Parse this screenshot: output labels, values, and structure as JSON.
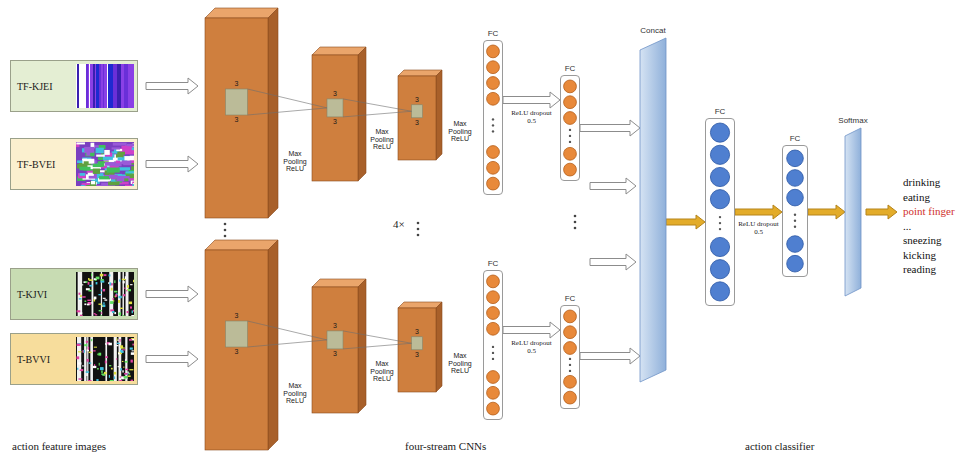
{
  "diagram": {
    "nodes": [
      {
        "text": [
          "TF-KJEI"
        ]
      },
      {
        "text": [
          "TF-BVEI"
        ]
      },
      {
        "text": [
          "T-KJVI"
        ]
      },
      {
        "text": [
          "T-BVVI"
        ]
      },
      {
        "text": [
          "FC"
        ]
      },
      {
        "text": [
          "FC"
        ]
      },
      {
        "text": [
          "FC"
        ]
      },
      {
        "text": [
          "FC"
        ]
      },
      {
        "text": [
          "Concat"
        ]
      },
      {
        "text": [
          "FC"
        ]
      },
      {
        "text": [
          "FC"
        ]
      },
      {
        "text": [
          "Softmax"
        ]
      }
    ],
    "edges": [
      {
        "from": 4,
        "to": 5,
        "arrow": "to",
        "label": "ReLU dropout 0.5"
      },
      {
        "from": 6,
        "to": 7,
        "arrow": "to",
        "label": "ReLU dropout 0.5"
      },
      {
        "from": 5,
        "to": 8,
        "arrow": "to"
      },
      {
        "from": 7,
        "to": 8,
        "arrow": "to"
      },
      {
        "from": 8,
        "to": 9,
        "arrow": "to"
      },
      {
        "from": 9,
        "to": 10,
        "arrow": "to",
        "label": "ReLU dropout 0.5"
      },
      {
        "from": 10,
        "to": 11,
        "arrow": "to"
      }
    ],
    "labels": [
      "Max Pooling ReLU",
      "Max Pooling ReLU",
      "Max Pooling ReLU",
      "Max Pooling ReLU",
      "Max Pooling ReLU",
      "Max Pooling ReLU",
      "3",
      "3",
      "3",
      "3",
      "3",
      "3",
      "3",
      "3",
      "3",
      "3",
      "3",
      "3",
      "4×",
      "drinking",
      "eating",
      "point finger",
      "...",
      "sneezing",
      "kicking",
      "reading",
      "action feature images",
      "four-stream CNNs",
      "action classifier"
    ]
  }
}
